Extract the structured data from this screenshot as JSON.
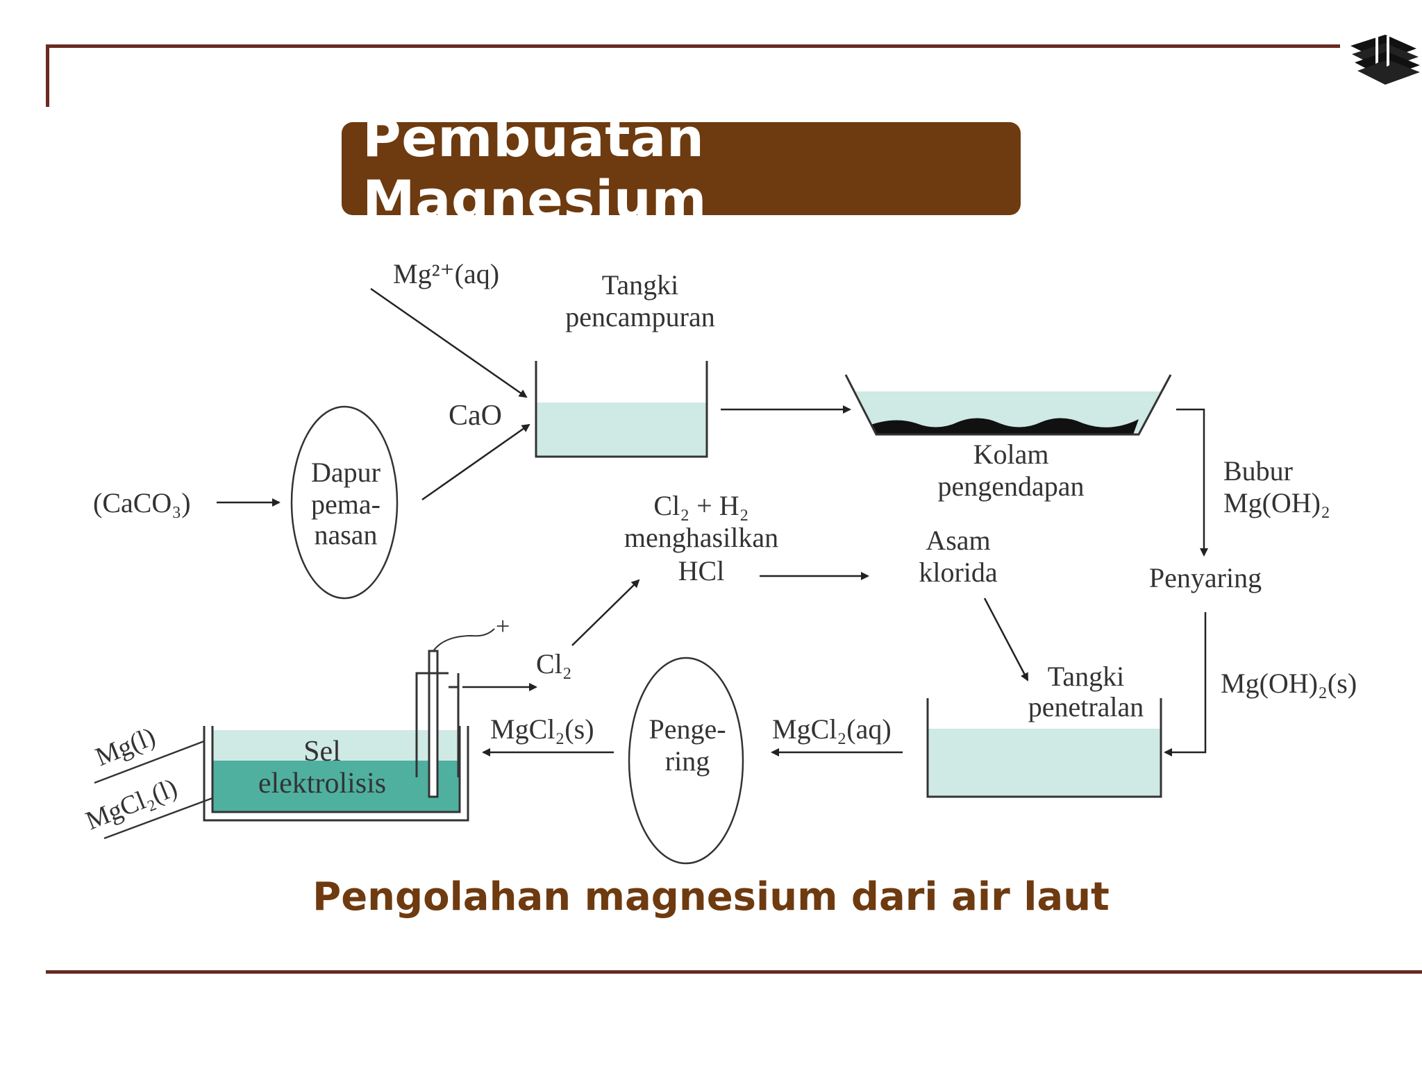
{
  "slide": {
    "title": "Pembuatan Magnesium",
    "caption": "Pengolahan magnesium dari air laut",
    "logo_icon": "stacked-books-icon"
  },
  "diagram": {
    "mg_input": "Mg²⁺(aq)",
    "mixing_tank": [
      "Tangki",
      "pencampuran"
    ],
    "cao": "CaO",
    "caco3": "(CaCO₃)",
    "furnace": [
      "Dapur",
      "pema-",
      "nasan"
    ],
    "settling_pond": [
      "Kolam",
      "pengendapan"
    ],
    "slurry": [
      "Bubur",
      "Mg(OH)₂"
    ],
    "filter": "Penyaring",
    "hcl_production": [
      "Cl₂ + H₂",
      "menghasilkan",
      "HCl"
    ],
    "hydrochloric_acid": [
      "Asam",
      "klorida"
    ],
    "neutralization_tank": [
      "Tangki",
      "penetralan"
    ],
    "mgoh2_solid": "Mg(OH)₂(s)",
    "mgcl2_aq": "MgCl₂(aq)",
    "dryer": [
      "Penge-",
      "ring"
    ],
    "mgcl2_s": "MgCl₂(s)",
    "cl2": "Cl₂",
    "plus": "+",
    "electrolysis_cell": [
      "Sel",
      "elektrolisis"
    ],
    "mg_liquid": "Mg(l)",
    "mgcl2_liquid": "MgCl₂(l)"
  },
  "colors": {
    "frame": "#6b2a22",
    "title_bg": "#6e3a0f",
    "liquid": "#cfe9e4",
    "liquid_dark": "#4fb0a0"
  }
}
